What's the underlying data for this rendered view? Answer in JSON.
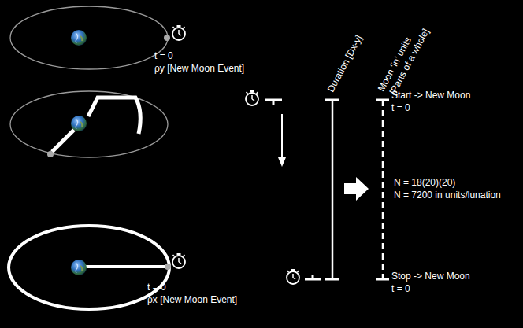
{
  "diagram": {
    "labels": [
      "t = 0",
      "ρy [New Moon Event]",
      "t = 0",
      "ρx [New Moon Event]",
      "Duration [Dx-y]",
      "Moon ‘in’ units",
      "[Parts of a whole]",
      "Start -> New Moon",
      "t = 0",
      "N = 18(20)(20)",
      "N = 7200 in units/lunation",
      "Stop -> New Moon",
      "t = 0"
    ]
  }
}
